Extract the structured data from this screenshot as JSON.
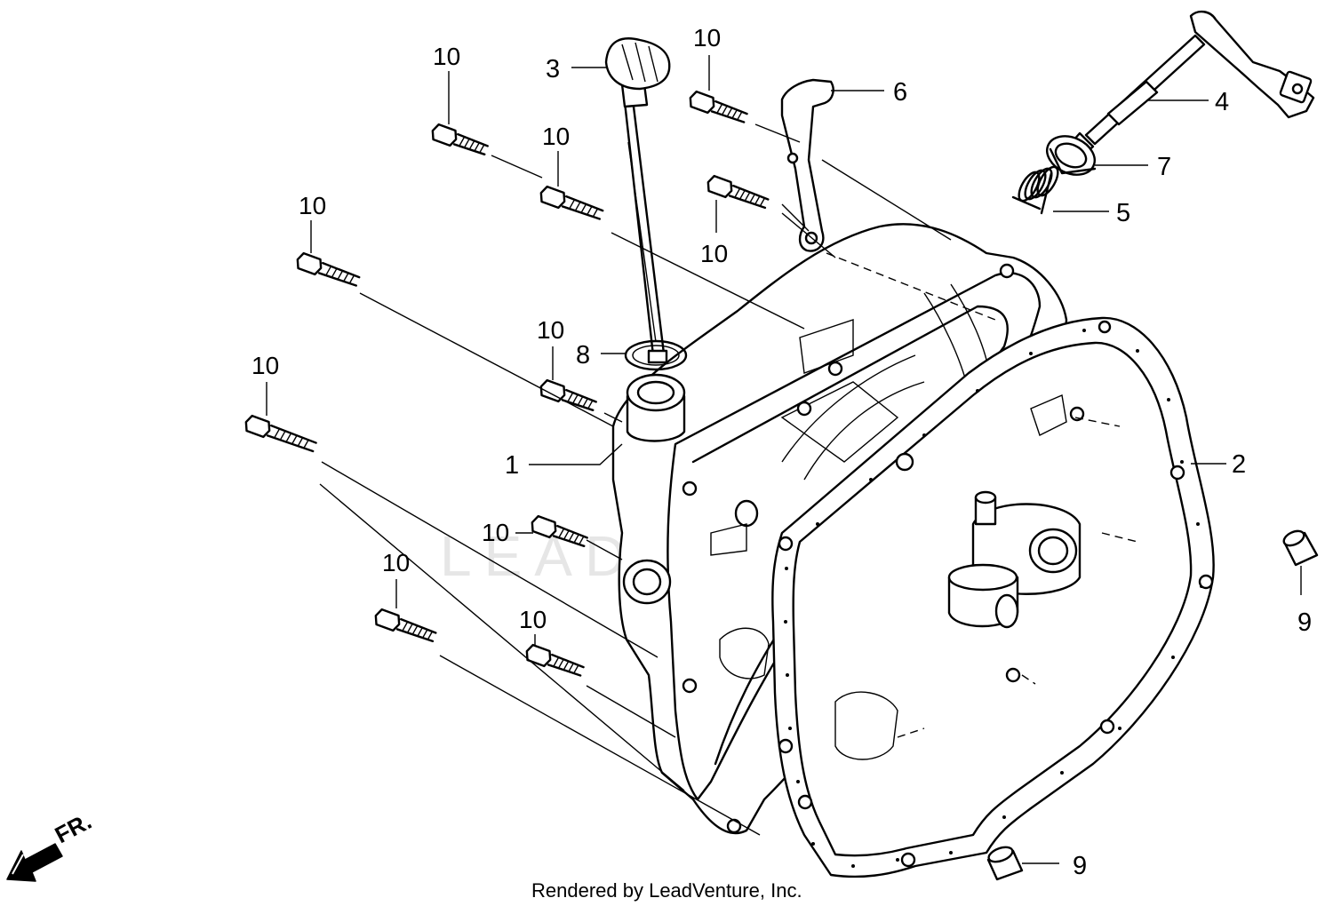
{
  "callouts": {
    "c1": "1",
    "c2": "2",
    "c3": "3",
    "c4": "4",
    "c5": "5",
    "c6": "6",
    "c7": "7",
    "c8": "8",
    "c9a": "9",
    "c9b": "9"
  },
  "bolt_labels": [
    "10",
    "10",
    "10",
    "10",
    "10",
    "10",
    "10",
    "10",
    "10",
    "10"
  ],
  "direction_label": "FR.",
  "watermark": "LEADVENTURE",
  "credit": "Rendered by LeadVenture, Inc."
}
